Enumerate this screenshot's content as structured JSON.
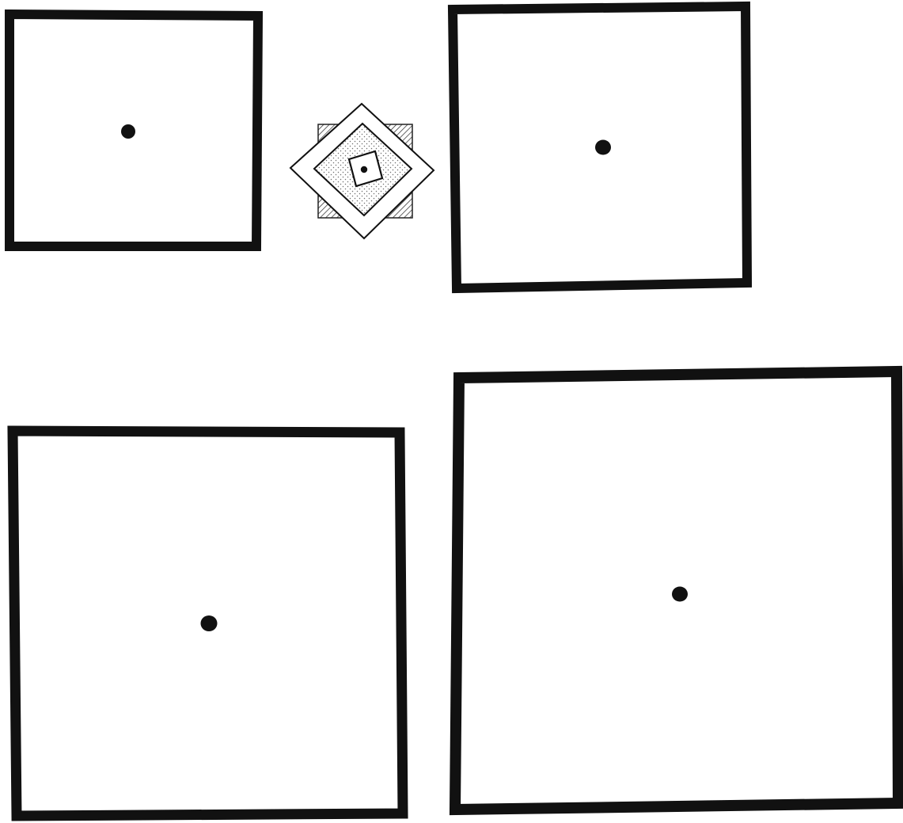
{
  "figure": {
    "squares": [
      {
        "id": "top-left",
        "has_center_dot": true
      },
      {
        "id": "top-right",
        "has_center_dot": true
      },
      {
        "id": "bottom-left",
        "has_center_dot": true
      },
      {
        "id": "bottom-right",
        "has_center_dot": true
      }
    ],
    "center_emblem": {
      "layers": [
        "hatched-square-background",
        "white-outer-diamond",
        "dotted-inner-diamond",
        "white-tilted-square",
        "center-dot"
      ]
    },
    "colors": {
      "ink": "#111111",
      "paper": "#ffffff",
      "stipple": "#b9b9b9"
    }
  }
}
